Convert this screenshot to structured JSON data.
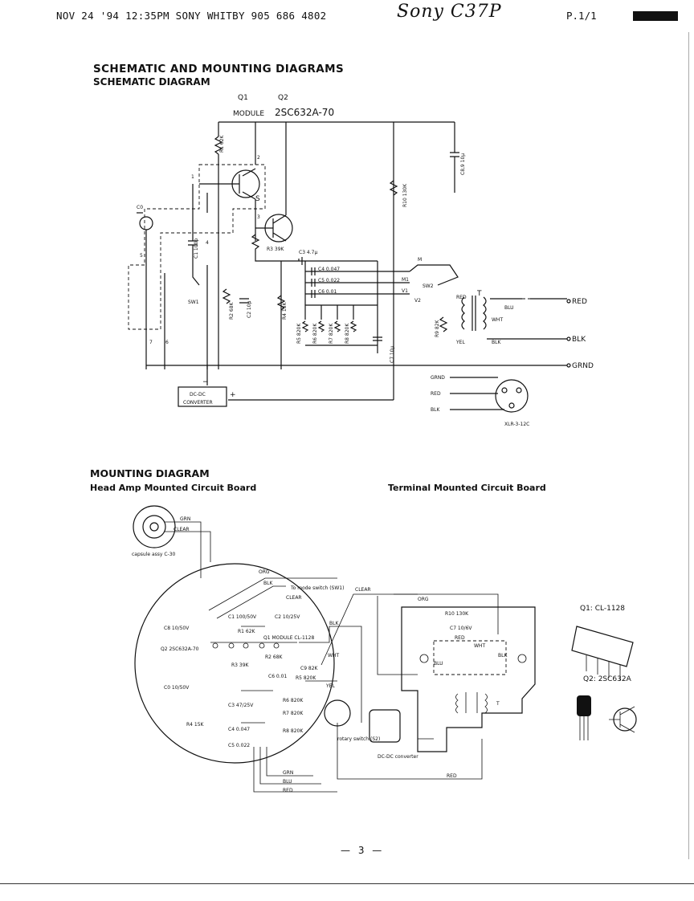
{
  "fax_header": {
    "line": "NOV 24 '94  12:35PM SONY WHITBY 905 686 4802",
    "handwritten": "Sony C37P",
    "page": "P.1/1"
  },
  "titles": {
    "main": "SCHEMATIC AND MOUNTING DIAGRAMS",
    "schematic": "SCHEMATIC DIAGRAM",
    "mounting": "MOUNTING DIAGRAM",
    "head_amp": "Head Amp Mounted Circuit Board",
    "terminal": "Terminal Mounted Circuit Board"
  },
  "schematic": {
    "q1_label": "Q1",
    "q1_name": "MODULE",
    "q2_label": "Q2",
    "q2_name": "2SC632A-70",
    "parts": {
      "r1": "R1 62K",
      "r3": "R3 39K",
      "r4": "R4 15K",
      "r2": "R2 68K",
      "r10": "R10 130K",
      "c8": "C8,9 10μ",
      "c0": "C0",
      "c1": "C1 100p",
      "c2": "C2 10μ",
      "c3": "C3 4.7μ",
      "c4": "C4 0.047",
      "c5": "C5 0.022",
      "c6": "C6 0.01",
      "c7": "C7 10μ",
      "r5": "R5 820K",
      "r6": "R6 820K",
      "r7": "R7 820K",
      "r8": "R8 820K",
      "r9": "R9 82K",
      "sw1": "SW1",
      "sw2": "SW2",
      "t": "T",
      "m": "M",
      "m1": "M1",
      "v1": "V1",
      "v2": "V2",
      "dc_dc": "DC-DC",
      "converter": "CONVERTER",
      "xlr": "XLR-3-12C",
      "minus": "−",
      "plus": "+"
    },
    "nodes": {
      "n1": "1",
      "n2": "2",
      "n3": "3",
      "n4": "4",
      "n5": "5",
      "n6": "6",
      "n7": "7",
      "s": "S"
    },
    "wires": {
      "red": "RED",
      "blu": "BLU",
      "wht": "WHT",
      "blk": "BLK",
      "yel": "YEL",
      "grnd": "GRND"
    }
  },
  "mounting": {
    "capsule": "capsule assy C-30",
    "grn": "GRN",
    "clear": "CLEAR",
    "org": "ORG",
    "blk": "BLK",
    "mode_switch": "To mode switch (SW1)",
    "c1": "C1 100/50V",
    "c2": "C2 10/25V",
    "r1": "R1 62K",
    "q1": "Q1 MODULE CL-1128",
    "q2": "Q2 2SC632A-70",
    "c8": "C8 10/50V",
    "c0": "C0 10/50V",
    "r2": "R2 68K",
    "r3": "R3 39K",
    "c6": "C6 0.01",
    "c9": "C9 82K",
    "r5": "R5 820K",
    "c3": "C3 47/25V",
    "c4": "C4 0.047",
    "c5": "C5 0.022",
    "r4": "R4 15K",
    "r6": "R6 820K",
    "r7": "R7 820K",
    "r8": "R8 820K",
    "wht": "WHT",
    "yel": "YEL",
    "blu": "BLU",
    "red": "RED",
    "rotary": "rotary switch (S2)",
    "dcdc": "DC-DC converter",
    "r10": "R10 130K",
    "c7": "C7 10/6V",
    "t": "T",
    "q1_title": "Q1: CL-1128",
    "q2_title": "Q2: 2SC632A"
  },
  "footer": {
    "page": "— 3 —"
  }
}
